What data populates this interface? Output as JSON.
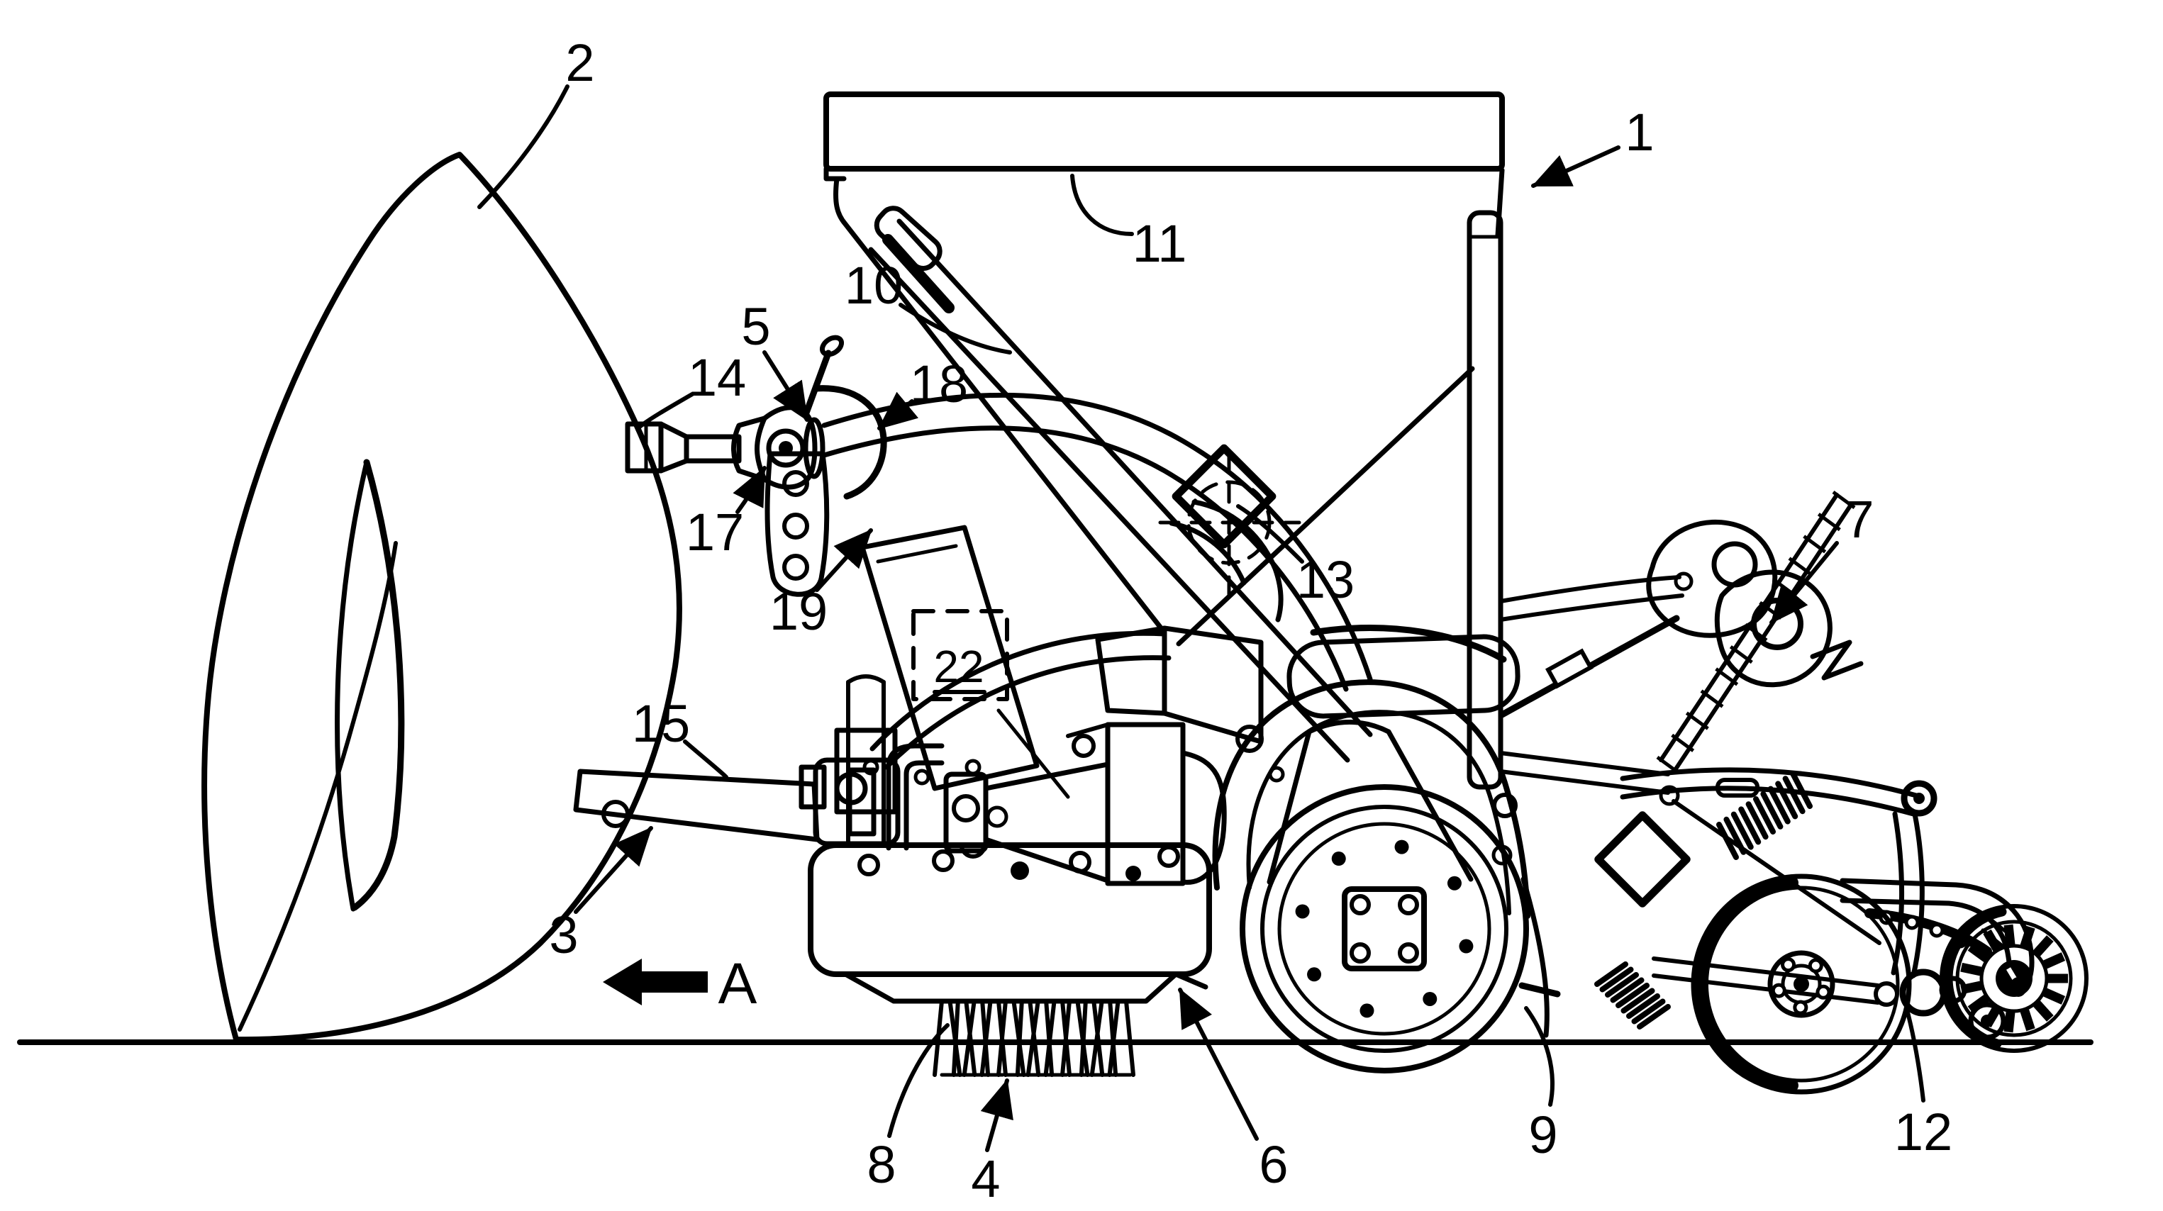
{
  "figure": {
    "type": "patent-line-drawing",
    "subject": "agricultural seeder / planter implement side view with plow blade, hopper, brush and press wheels",
    "background_color": "#ffffff",
    "line_color": "#000000",
    "reference_numerals_visible": [
      "1",
      "2",
      "3",
      "4",
      "5",
      "6",
      "7",
      "8",
      "9",
      "10",
      "11",
      "12",
      "13",
      "14",
      "15",
      "17",
      "18",
      "19",
      "22"
    ],
    "view_direction_letter": "A"
  },
  "labels": {
    "n1": {
      "text": "1",
      "leader_arrow": true
    },
    "n2": {
      "text": "2",
      "leader_arrow": false
    },
    "n3": {
      "text": "3",
      "leader_arrow": true
    },
    "n4": {
      "text": "4",
      "leader_arrow": true
    },
    "n5": {
      "text": "5",
      "leader_arrow": true
    },
    "n6": {
      "text": "6",
      "leader_arrow": true
    },
    "n7": {
      "text": "7",
      "leader_arrow": true
    },
    "n8": {
      "text": "8",
      "leader_arrow": false
    },
    "n9": {
      "text": "9",
      "leader_arrow": false
    },
    "n10": {
      "text": "10",
      "leader_arrow": false
    },
    "n11": {
      "text": "11",
      "leader_arrow": false
    },
    "n12": {
      "text": "12",
      "leader_arrow": false
    },
    "n13": {
      "text": "13",
      "leader_arrow": false
    },
    "n14": {
      "text": "14",
      "leader_arrow": false
    },
    "n15": {
      "text": "15",
      "leader_arrow": false
    },
    "n17": {
      "text": "17",
      "leader_arrow": true
    },
    "n18": {
      "text": "18",
      "leader_arrow": true
    },
    "n19": {
      "text": "19",
      "leader_arrow": true
    },
    "n22": {
      "text": "22",
      "boxed": true,
      "underlined": true,
      "box_style": "dashed"
    },
    "A": {
      "text": "A",
      "symbol": "solid-left-arrow"
    }
  }
}
